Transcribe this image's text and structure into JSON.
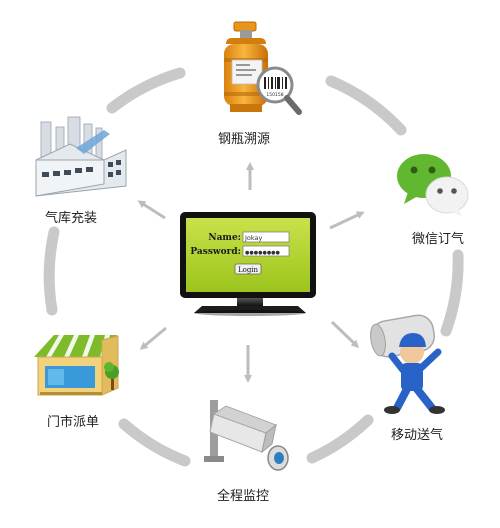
{
  "nodes": {
    "cylinder_trace": {
      "label": "钢瓶溯源",
      "icon": "gas-cylinder-barcode-icon"
    },
    "wechat_order": {
      "label": "微信订气",
      "icon": "wechat-icon"
    },
    "mobile_delivery": {
      "label": "移动送气",
      "icon": "delivery-worker-icon"
    },
    "monitoring": {
      "label": "全程监控",
      "icon": "security-camera-icon"
    },
    "store_dispatch": {
      "label": "门市派单",
      "icon": "storefront-icon"
    },
    "depot_filling": {
      "label": "气库充装",
      "icon": "factory-icon"
    }
  },
  "login": {
    "name_label": "Name:",
    "name_value": "Jokay",
    "password_label": "Password:",
    "password_value": "●●●●●●●●",
    "button_label": "Login"
  },
  "barcode_number": "150158",
  "colors": {
    "ring": "#c9c9c9",
    "arrow": "#bdbdbd",
    "screen": "#b7d531",
    "cylinder": "#f0a01e",
    "wechat": "#61b830",
    "store_awning": "#7dbb2a",
    "worker_uniform": "#2a63c8"
  }
}
